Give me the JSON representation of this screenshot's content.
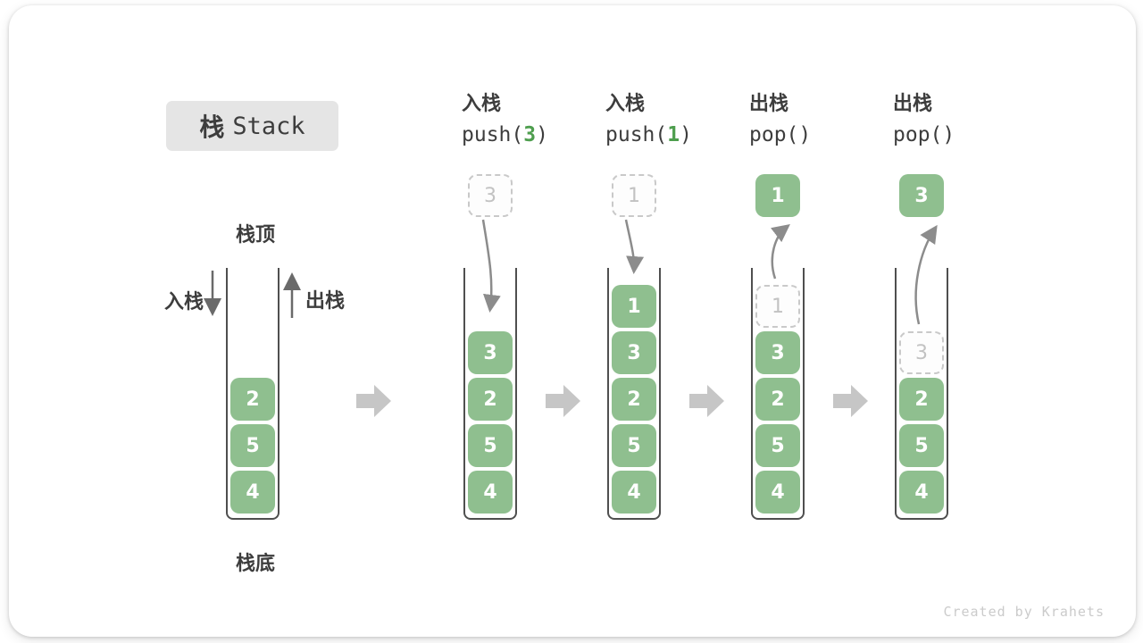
{
  "title": {
    "zh": "栈",
    "en": "Stack"
  },
  "side_labels": {
    "stack_top": "栈顶",
    "stack_bottom": "栈底",
    "push_label": "入栈",
    "pop_label": "出栈"
  },
  "columns": [
    {
      "id": "initial",
      "cells": [
        "2",
        "5",
        "4"
      ]
    },
    {
      "id": "push-3",
      "label": "入栈",
      "op_pre": "push(",
      "op_arg": "3",
      "op_post": ")",
      "above": "3",
      "above_style": "dashed",
      "cells": [
        "3",
        "2",
        "5",
        "4"
      ]
    },
    {
      "id": "push-1",
      "label": "入栈",
      "op_pre": "push(",
      "op_arg": "1",
      "op_post": ")",
      "above": "1",
      "above_style": "dashed",
      "cells": [
        "1",
        "3",
        "2",
        "5",
        "4"
      ]
    },
    {
      "id": "pop-first",
      "label": "出栈",
      "op_pre": "pop()",
      "op_arg": "",
      "op_post": "",
      "above": "1",
      "above_style": "solid",
      "ghost": "1",
      "cells": [
        "3",
        "2",
        "5",
        "4"
      ]
    },
    {
      "id": "pop-second",
      "label": "出栈",
      "op_pre": "pop()",
      "op_arg": "",
      "op_post": "",
      "above": "3",
      "above_style": "solid",
      "ghost": "3",
      "cells": [
        "2",
        "5",
        "4"
      ]
    }
  ],
  "credit": "Created by Krahets",
  "colors": {
    "green": "#8FBF8F",
    "op_green": "#4E9E4E",
    "ink": "#3d3d3d",
    "wall": "#4f4f4f",
    "ghost_border": "#c9c9c9",
    "ghost_text": "#c2c2c2",
    "ghost_bg": "#fdfdfd",
    "box_gray": "#e5e5e5",
    "arrow": "#8c8c8c",
    "arrow_dark": "#6a6a6a",
    "block_arrow": "#c6c6c6",
    "credit_gray": "#cbcbcb"
  }
}
